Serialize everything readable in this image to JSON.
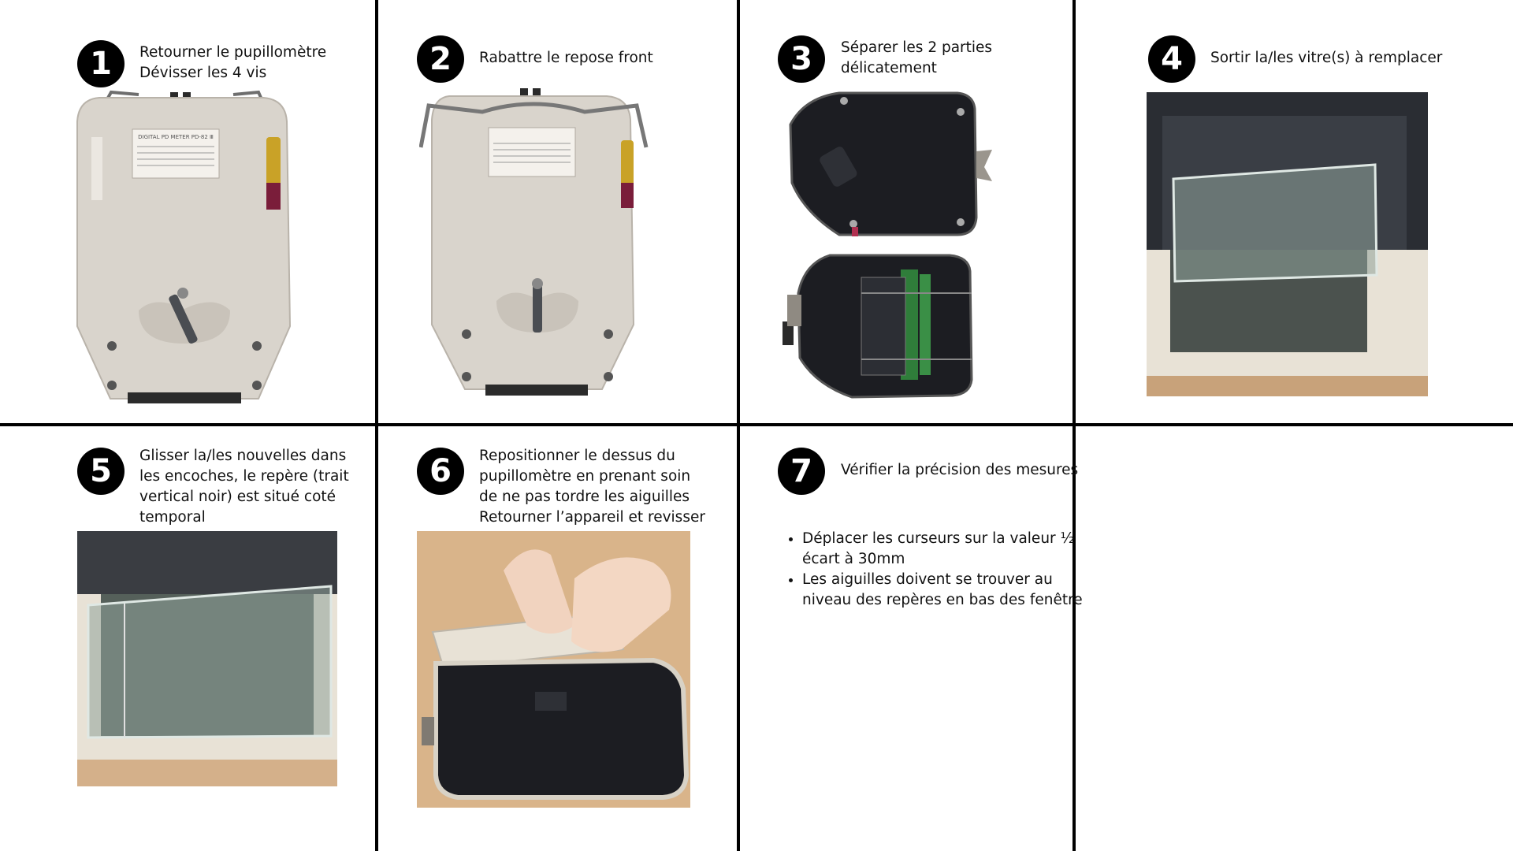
{
  "steps": [
    {
      "number": "1",
      "lines": [
        "Retourner le pupillomètre",
        "Dévisser les 4 vis"
      ]
    },
    {
      "number": "2",
      "lines": [
        "Rabattre le repose front"
      ]
    },
    {
      "number": "3",
      "lines": [
        "Séparer les 2 parties",
        "délicatement"
      ]
    },
    {
      "number": "4",
      "lines": [
        "Sortir la/les vitre(s) à remplacer"
      ]
    },
    {
      "number": "5",
      "lines": [
        "Glisser la/les nouvelles dans",
        "les encoches, le repère (trait",
        "vertical noir) est situé coté",
        "temporal"
      ]
    },
    {
      "number": "6",
      "lines": [
        "Repositionner le dessus du",
        "pupillomètre en prenant soin",
        "de ne pas tordre les aiguilles",
        "Retourner l’appareil et revisser"
      ]
    },
    {
      "number": "7",
      "lines": [
        "Vérifier la précision des mesures"
      ]
    }
  ],
  "step7_bullets": [
    [
      "Déplacer les curseurs sur la valeur ½",
      "écart à 30mm"
    ],
    [
      "Les aiguilles doivent se trouver au",
      "niveau des repères en bas des fenêtre"
    ]
  ],
  "device_label_text": "DIGITAL PD METER PD-82 Ⅲ",
  "colors": {
    "grid_lines": "#000000",
    "badge": "#000000",
    "device_body": "#d9d4cc",
    "device_inside": "#1c1d22",
    "battery": "#c9a227",
    "wood": "#d9b48a",
    "glass": "#8fa39a"
  }
}
